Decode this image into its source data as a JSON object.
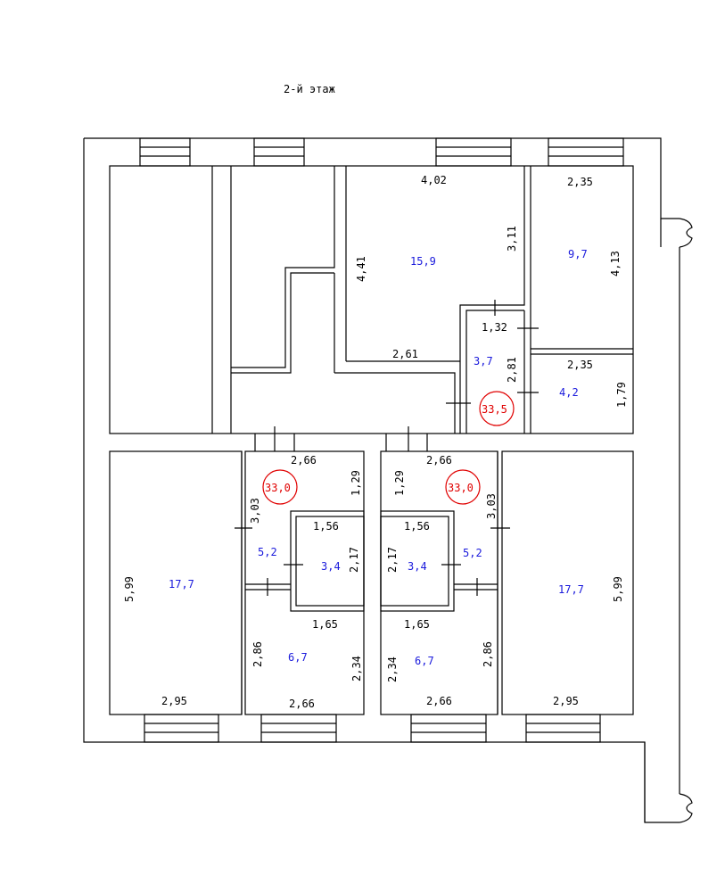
{
  "title": "2-й этаж",
  "colors": {
    "lines": "#000000",
    "area_text": "#1a1adc",
    "apartment_total": "#e00000"
  },
  "apartment_totals": [
    "33,5",
    "33,0",
    "33,0"
  ],
  "areas": [
    "15,9",
    "9,7",
    "3,7",
    "4,2",
    "17,7",
    "5,2",
    "3,4",
    "6,7",
    "3,4",
    "5,2",
    "6,7",
    "17,7"
  ],
  "dimensions": [
    "4,02",
    "2,35",
    "4,41",
    "3,11",
    "4,13",
    "1,32",
    "2,61",
    "2,81",
    "2,35",
    "1,79",
    "2,66",
    "1,29",
    "2,66",
    "1,29",
    "3,03",
    "3,03",
    "1,56",
    "1,56",
    "5,99",
    "2,17",
    "2,17",
    "5,99",
    "1,65",
    "1,65",
    "2,86",
    "2,34",
    "2,34",
    "2,86",
    "2,95",
    "2,66",
    "2,66",
    "2,95"
  ]
}
